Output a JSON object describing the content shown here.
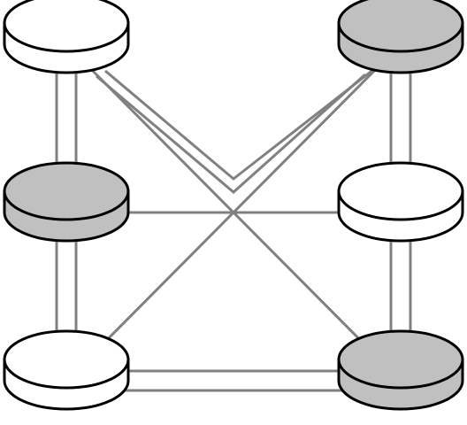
{
  "colors": {
    "background": "#ffffff",
    "link": "#808080",
    "outline": "#000000",
    "node_white": "#ffffff",
    "node_gray": "#c0c0c0"
  },
  "nodes": [
    {
      "id": "top-left",
      "fill": "white"
    },
    {
      "id": "top-right",
      "fill": "gray"
    },
    {
      "id": "middle-left",
      "fill": "gray"
    },
    {
      "id": "middle-right",
      "fill": "white"
    },
    {
      "id": "bottom-left",
      "fill": "white"
    },
    {
      "id": "bottom-right",
      "fill": "gray"
    }
  ],
  "links": [
    {
      "from": "top-left",
      "to": "middle-left",
      "style": "double"
    },
    {
      "from": "middle-left",
      "to": "bottom-left",
      "style": "double"
    },
    {
      "from": "top-right",
      "to": "middle-right",
      "style": "double"
    },
    {
      "from": "middle-right",
      "to": "bottom-right",
      "style": "double"
    },
    {
      "from": "bottom-left",
      "to": "bottom-right",
      "style": "double"
    },
    {
      "from": "top-left",
      "to": "top-right",
      "style": "double-bent"
    },
    {
      "from": "middle-left",
      "to": "middle-right",
      "style": "single"
    },
    {
      "from": "top-left",
      "to": "bottom-right",
      "style": "single"
    },
    {
      "from": "bottom-left",
      "to": "top-right",
      "style": "single"
    }
  ]
}
